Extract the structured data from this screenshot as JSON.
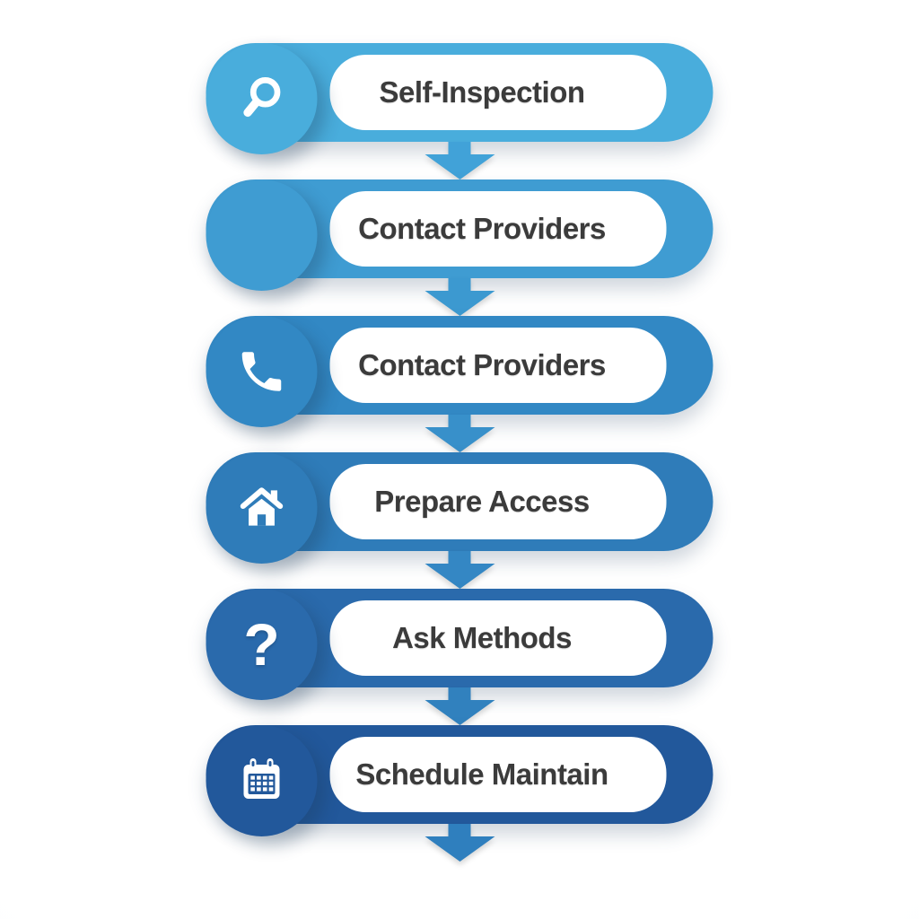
{
  "diagram_type": "vertical-process-flowchart",
  "colors": {
    "text": "#3B3B3B",
    "pill_inner": "#FFFFFF",
    "background": "#F6F8FA",
    "icon_white": "#FFFFFF"
  },
  "steps": [
    {
      "label": "Self-Inspection",
      "icon": "magnifier-icon",
      "pill_color": "#49ADDC",
      "arrow_color": "#41A2D8"
    },
    {
      "label": "Contact Providers",
      "icon": "blank",
      "pill_color": "#3F9CD2",
      "arrow_color": "#3C99D0"
    },
    {
      "label": "Contact Providers",
      "icon": "phone-icon",
      "pill_color": "#3288C4",
      "arrow_color": "#3890CA"
    },
    {
      "label": "Prepare Access",
      "icon": "home-icon",
      "pill_color": "#2F7CB9",
      "arrow_color": "#3487C4"
    },
    {
      "label": "Ask Methods",
      "icon": "question-mark-icon",
      "icon_glyph": "?",
      "pill_color": "#2A6AAC",
      "arrow_color": "#3181BE"
    },
    {
      "label": "Schedule Maintain",
      "icon": "calendar-icon",
      "pill_color": "#22589B",
      "arrow_color": "#2F7FBE"
    }
  ]
}
